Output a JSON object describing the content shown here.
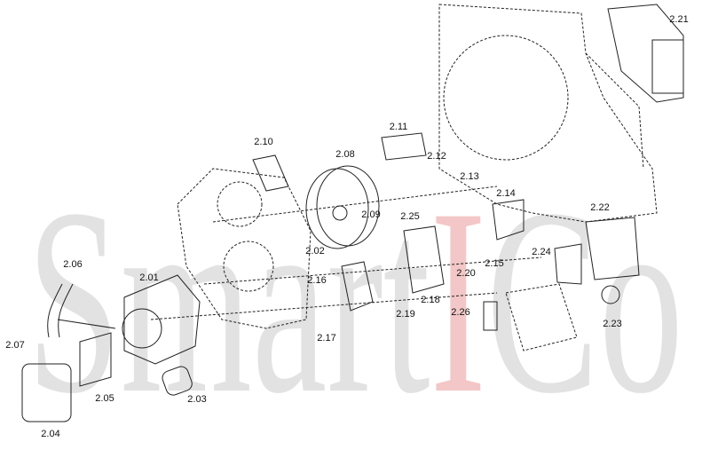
{
  "watermark": {
    "prefix": "Smart",
    "highlight": "I",
    "suffix": "Co",
    "color": "#cfcfcf",
    "accent": "#e8a0a0"
  },
  "labels": [
    {
      "id": "2.01",
      "text": "2.01"
    },
    {
      "id": "2.02",
      "text": "2.02"
    },
    {
      "id": "2.03",
      "text": "2.03"
    },
    {
      "id": "2.04",
      "text": "2.04"
    },
    {
      "id": "2.05",
      "text": "2.05"
    },
    {
      "id": "2.06",
      "text": "2.06"
    },
    {
      "id": "2.07",
      "text": "2.07"
    },
    {
      "id": "2.08",
      "text": "2.08"
    },
    {
      "id": "2.09",
      "text": "2.09"
    },
    {
      "id": "2.10",
      "text": "2.10"
    },
    {
      "id": "2.11",
      "text": "2.11"
    },
    {
      "id": "2.12",
      "text": "2.12"
    },
    {
      "id": "2.13",
      "text": "2.13"
    },
    {
      "id": "2.14",
      "text": "2.14"
    },
    {
      "id": "2.15",
      "text": "2.15"
    },
    {
      "id": "2.16",
      "text": "2.16"
    },
    {
      "id": "2.17",
      "text": "2.17"
    },
    {
      "id": "2.18",
      "text": "2.18"
    },
    {
      "id": "2.19",
      "text": "2.19"
    },
    {
      "id": "2.20",
      "text": "2.20"
    },
    {
      "id": "2.21",
      "text": "2.21"
    },
    {
      "id": "2.22",
      "text": "2.22"
    },
    {
      "id": "2.23",
      "text": "2.23"
    },
    {
      "id": "2.24",
      "text": "2.24"
    },
    {
      "id": "2.25",
      "text": "2.25"
    },
    {
      "id": "2.26",
      "text": "2.26"
    }
  ]
}
